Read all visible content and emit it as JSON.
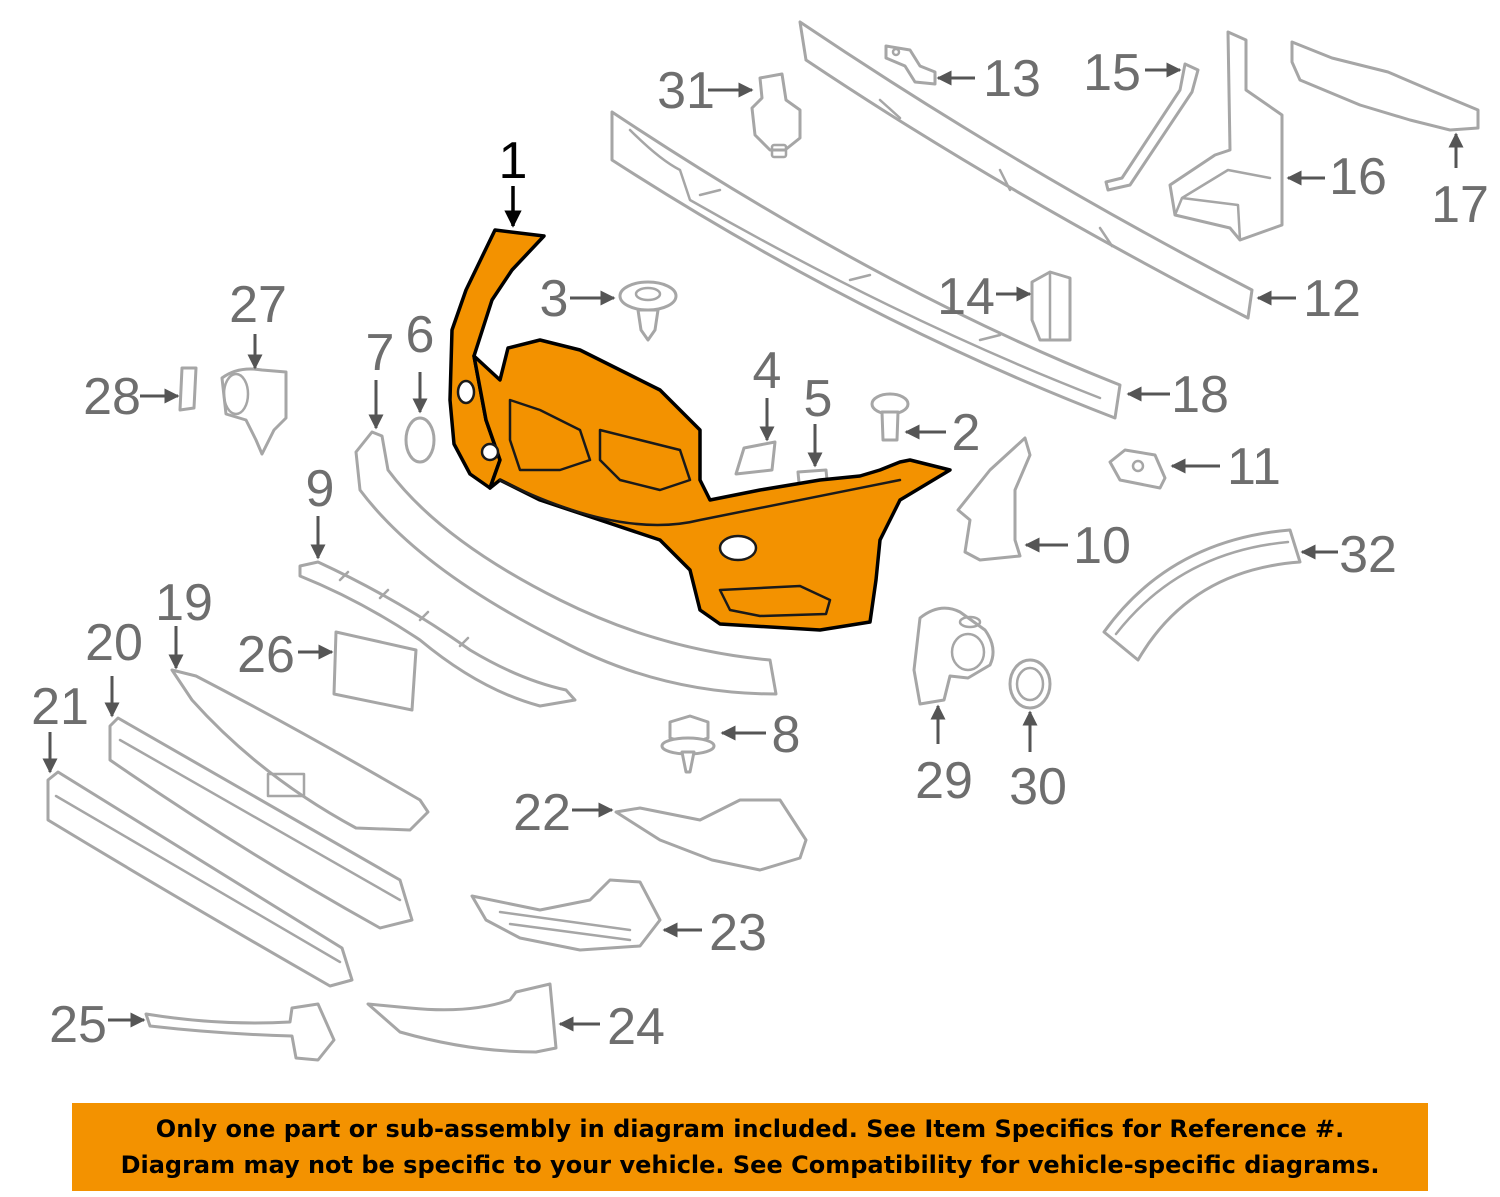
{
  "callouts": {
    "c1": "1",
    "c2": "2",
    "c3": "3",
    "c4": "4",
    "c5": "5",
    "c6": "6",
    "c7": "7",
    "c8": "8",
    "c9": "9",
    "c10": "10",
    "c11": "11",
    "c12": "12",
    "c13": "13",
    "c14": "14",
    "c15": "15",
    "c16": "16",
    "c17": "17",
    "c18": "18",
    "c19": "19",
    "c20": "20",
    "c21": "21",
    "c22": "22",
    "c23": "23",
    "c24": "24",
    "c25": "25",
    "c26": "26",
    "c27": "27",
    "c28": "28",
    "c29": "29",
    "c30": "30",
    "c31": "31",
    "c32": "32"
  },
  "disclaimer": {
    "line1": "Only one part or sub-assembly in diagram included. See Item Specifics for Reference #.",
    "line2": "Diagram may not be specific to your vehicle. See Compatibility for vehicle-specific diagrams."
  },
  "colors": {
    "highlight": "#f39200",
    "banner": "#f39200",
    "part_outline": "#a6a6a6",
    "callout_text": "#6e6e6e"
  }
}
